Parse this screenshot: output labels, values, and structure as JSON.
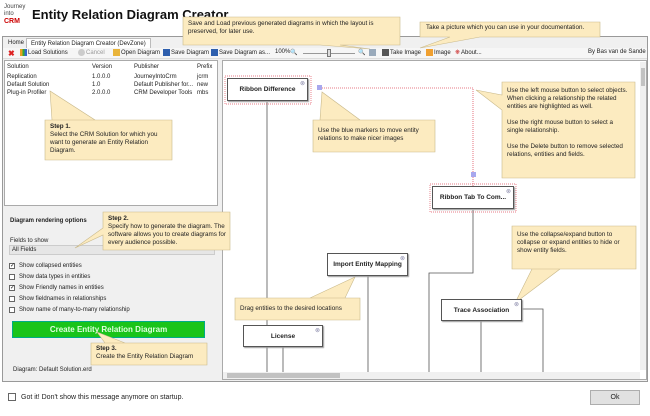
{
  "app": {
    "logo_text": "Journey into CRM",
    "title": "Entity Relation Diagram Creator",
    "author": "By Bas van de Sande"
  },
  "tabs": [
    {
      "label": "Home"
    },
    {
      "label": "Entity Relation Diagram Creator (DevZone)"
    }
  ],
  "toolbar": {
    "load": "Load Solutions",
    "cancel": "Cancel",
    "open": "Open Diagram",
    "save": "Save Diagram",
    "save_as": "Save Diagram as...",
    "zoom": "100%",
    "zoom_slider": 0.5,
    "take_image": "Take Image",
    "image": "Image",
    "about": "About..."
  },
  "solutions": {
    "headers": [
      "Solution",
      "Version",
      "Publisher",
      "Prefix"
    ],
    "rows": [
      [
        "Replication",
        "1.0.0.0",
        "JourneyIntoCrm",
        "jcrm"
      ],
      [
        "Default Solution",
        "1.0",
        "Default Publisher for...",
        "new"
      ],
      [
        "Plug-in Profiler",
        "2.0.0.0",
        "CRM Developer Tools",
        "mbs"
      ]
    ]
  },
  "options": {
    "heading": "Diagram rendering options",
    "fields_label": "Fields to show",
    "fields_value": "All Fields",
    "checkboxes": [
      {
        "label": "Show collapsed entities",
        "checked": true
      },
      {
        "label": "Show data types in entities",
        "checked": false
      },
      {
        "label": "Show Friendly names in entities",
        "checked": true
      },
      {
        "label": "Show fieldnames in relationships",
        "checked": false
      },
      {
        "label": "Show name of many-to-many relationship",
        "checked": false
      }
    ],
    "create_button": "Create Entity Relation Diagram",
    "diagram_file": "Diagram: Default Solution.erd"
  },
  "entities": [
    "Ribbon Difference",
    "Ribbon Tab To Com...",
    "Import Entity Mapping",
    "License",
    "Trace Association"
  ],
  "notes": {
    "save_load": "Save and Load previous generated diagrams in which the layout is preserved, for later use.",
    "picture": "Take a picture which you can use in your documentation.",
    "step1_title": "Step 1.",
    "step1": "Select the CRM Solution for which you want to generate an Entity Relation Diagram.",
    "step2_title": "Step 2.",
    "step2": "Specify  how to generate the diagram. The software allows you to create diagrams for every audience possible.",
    "step3_title": "Step 3.",
    "step3": "Create the Entity Relation Diagram",
    "blue_markers": "Use the blue markers to move entity relations to make nicer images",
    "mouse1": "Use the left mouse button to select objects. When clicking a relationship the related entities are highlighted as well.",
    "mouse2": "Use the right mouse button to select a single relationship.",
    "mouse3": "Use the Delete button to remove selected  relations, entities and fields.",
    "drag": "Drag entities to the desired locations",
    "collapse": "Use the collapse/expand button to collapse or expand entities to hide or show entity fields."
  },
  "footer": {
    "dont_show": "Got it! Don't show this message anymore on startup.",
    "ok": "Ok"
  },
  "colors": {
    "note_bg": "#fcebc0",
    "create_button": "#19c41a",
    "selection": "#e05060",
    "marker": "#a8a8ee"
  }
}
